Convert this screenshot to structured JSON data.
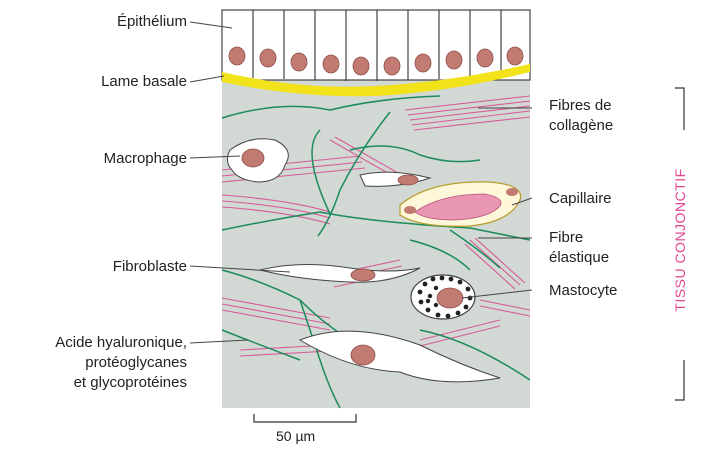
{
  "labels": {
    "epithelium": "Épithélium",
    "basal_lamina": "Lame basale",
    "macrophage": "Macrophage",
    "fibroblast": "Fibroblaste",
    "ground_substance_1": "Acide hyaluronique,",
    "ground_substance_2": "protéoglycanes",
    "ground_substance_3": "et glycoprotéines",
    "collagen_1": "Fibres de",
    "collagen_2": "collagène",
    "capillary": "Capillaire",
    "elastic_1": "Fibre",
    "elastic_2": "élastique",
    "mast_cell": "Mastocyte"
  },
  "side_title": "TISSU CONJONCTIF",
  "scale_bar": "50 µm",
  "colors": {
    "matrix": "#d2d8d3",
    "basal_lamina": "#f2e21a",
    "collagen": "#d85a9a",
    "elastic": "#1b8c5a",
    "nucleus": "#c27b72",
    "capillary": "#e996b3",
    "accent_title": "#e2478f"
  }
}
